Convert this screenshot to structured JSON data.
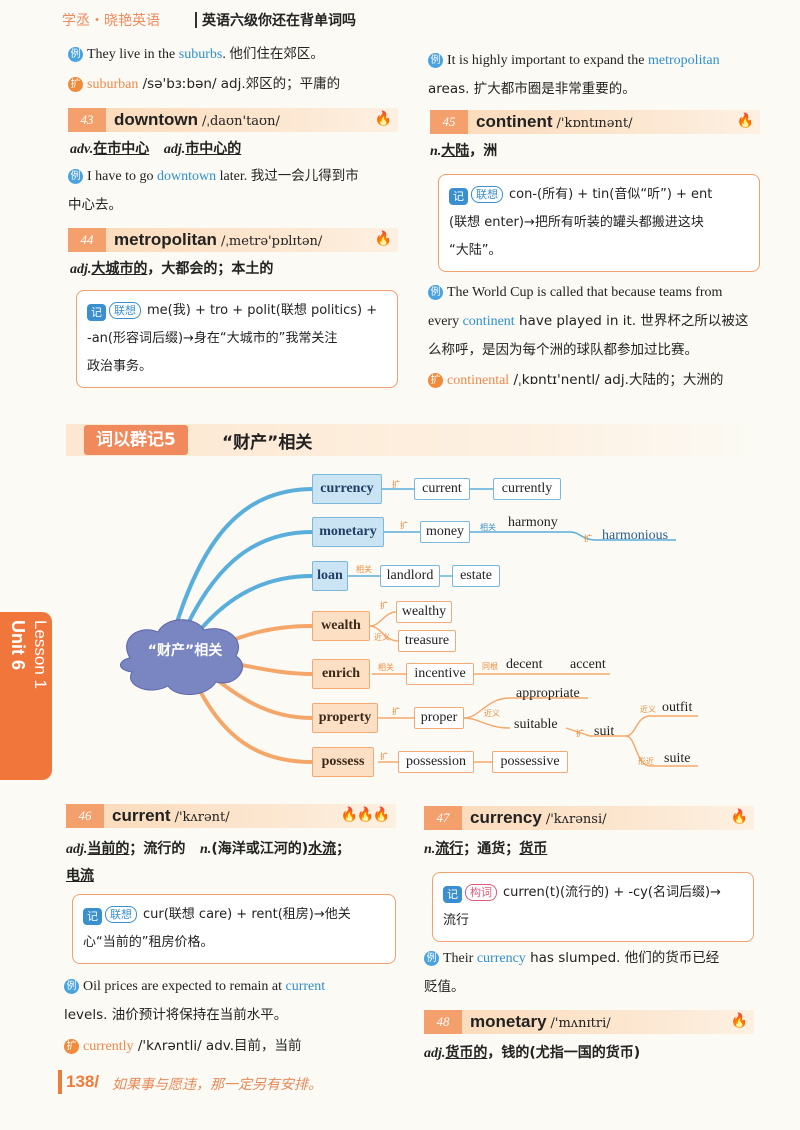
{
  "header": {
    "brand": "学丞・晓艳英语",
    "book": "英语六级你还在背单词吗"
  },
  "ex_icon": "例",
  "ext_icon": "扩",
  "memo_icon": "记",
  "flame": "🔥",
  "left_top": {
    "example_en_pre": "They live in the ",
    "example_en_word": "suburbs",
    "example_en_post": ". ",
    "example_cn": "他们住在郊区。",
    "ext_word": "suburban",
    "ext_rest": " /sə'bɜːbən/ adj.郊区的；平庸的"
  },
  "word43": {
    "num": "43",
    "word": "downtown",
    "phon": "/ˌdaʊn'taʊn/",
    "pos1": "adv.",
    "def1": "在市中心",
    "pos2": "adj.",
    "def2": "市中心的",
    "ex_pre": "I have to go ",
    "ex_word": "downtown",
    "ex_post": " later. ",
    "ex_cn_1": "我过一会儿得到市",
    "ex_cn_2": "中心去。"
  },
  "word44": {
    "num": "44",
    "word": "metropolitan",
    "phon": "/ˌmetrə'pɒlɪtən/",
    "pos": "adj.",
    "def_a": "大城市的",
    "def_b": "，大都会的；本土的",
    "memo_tag": "联想",
    "memo_1": "me(我) + tro + polit(联想 politics) +",
    "memo_2": "-an(形容词后缀)→身在“大城市的”我常关注",
    "memo_3": "政治事务。"
  },
  "right_top": {
    "ex_pre": "It is highly important to expand the ",
    "ex_word": "metropolitan",
    "ex_line2": "areas. 扩大都市圈是非常重要的。"
  },
  "word45": {
    "num": "45",
    "word": "continent",
    "phon": "/'kɒntɪnənt/",
    "pos": "n.",
    "def_a": "大陆",
    "def_b": "，洲",
    "memo_tag": "联想",
    "memo_1": "con-(所有) + tin(音似“听”) + ent",
    "memo_2": "(联想 enter)→把所有听装的罐头都搬进这块",
    "memo_3": "“大陆”。",
    "ex_1": "The World Cup is called that because teams from",
    "ex_2_pre": "every ",
    "ex_2_word": "continent",
    "ex_2_post": " have played in it. 世界杯之所以被这",
    "ex_3": "么称呼，是因为每个洲的球队都参加过比赛。",
    "ext_word": "continental",
    "ext_rest": " /ˌkɒntɪ'nentl/ adj.大陆的；大洲的"
  },
  "section": {
    "label": "词以群记5",
    "title": "“财产”相关"
  },
  "side_tab": {
    "unit": "Unit 6",
    "lesson": "Lesson 1"
  },
  "mindmap": {
    "center": "“财产”相关",
    "relations": {
      "ext": "扩",
      "near": "近义",
      "related": "相关",
      "root": "同根",
      "shape": "形近"
    },
    "branches": {
      "currency": {
        "main": "currency",
        "leaves": [
          "current",
          "currently"
        ]
      },
      "monetary": {
        "main": "monetary",
        "leaves": [
          "money",
          "harmony",
          "harmonious"
        ]
      },
      "loan": {
        "main": "loan",
        "leaves": [
          "landlord",
          "estate"
        ]
      },
      "wealth": {
        "main": "wealth",
        "leaves": [
          "wealthy",
          "treasure"
        ]
      },
      "enrich": {
        "main": "enrich",
        "leaves": [
          "incentive",
          "decent",
          "accent"
        ]
      },
      "property": {
        "main": "property",
        "leaves": [
          "proper",
          "appropriate",
          "suitable",
          "suit",
          "outfit",
          "suite"
        ]
      },
      "possess": {
        "main": "possess",
        "leaves": [
          "possession",
          "possessive"
        ]
      }
    }
  },
  "word46": {
    "num": "46",
    "word": "current",
    "phon": "/'kʌrənt/",
    "pos1": "adj.",
    "def1": "当前的",
    "def1b": "；流行的",
    "pos2": "n.",
    "def2": "(海洋或江河的)",
    "def2b": "水流",
    "def2c": "；",
    "def3": "电流",
    "memo_tag": "联想",
    "memo_1": "cur(联想 care) + rent(租房)→他关",
    "memo_2": "心“当前的”租房价格。",
    "ex_pre": "Oil prices are expected to remain at ",
    "ex_word": "current",
    "ex_line2": "levels. 油价预计将保持在当前水平。",
    "ext_word": "currently",
    "ext_rest": " /'kʌrəntli/ adv.目前，当前"
  },
  "word47": {
    "num": "47",
    "word": "currency",
    "phon": "/'kʌrənsi/",
    "pos": "n.",
    "def_a": "流行",
    "def_b": "；通货；",
    "def_c": "货币",
    "memo_tag": "构词",
    "memo_1": "curren(t)(流行的) + -cy(名词后缀)→",
    "memo_2": "流行",
    "ex_pre": "Their ",
    "ex_word": "currency",
    "ex_post": " has slumped. 他们的货币已经",
    "ex_line2": "贬值。"
  },
  "word48": {
    "num": "48",
    "word": "monetary",
    "phon": "/'mʌnɪtri/",
    "pos": "adj.",
    "def_a": "货币的",
    "def_b": "，钱的(尤指一国的货币)"
  },
  "footer": {
    "page": "138/",
    "motto": "如果事与愿违，那一定另有安排。"
  }
}
